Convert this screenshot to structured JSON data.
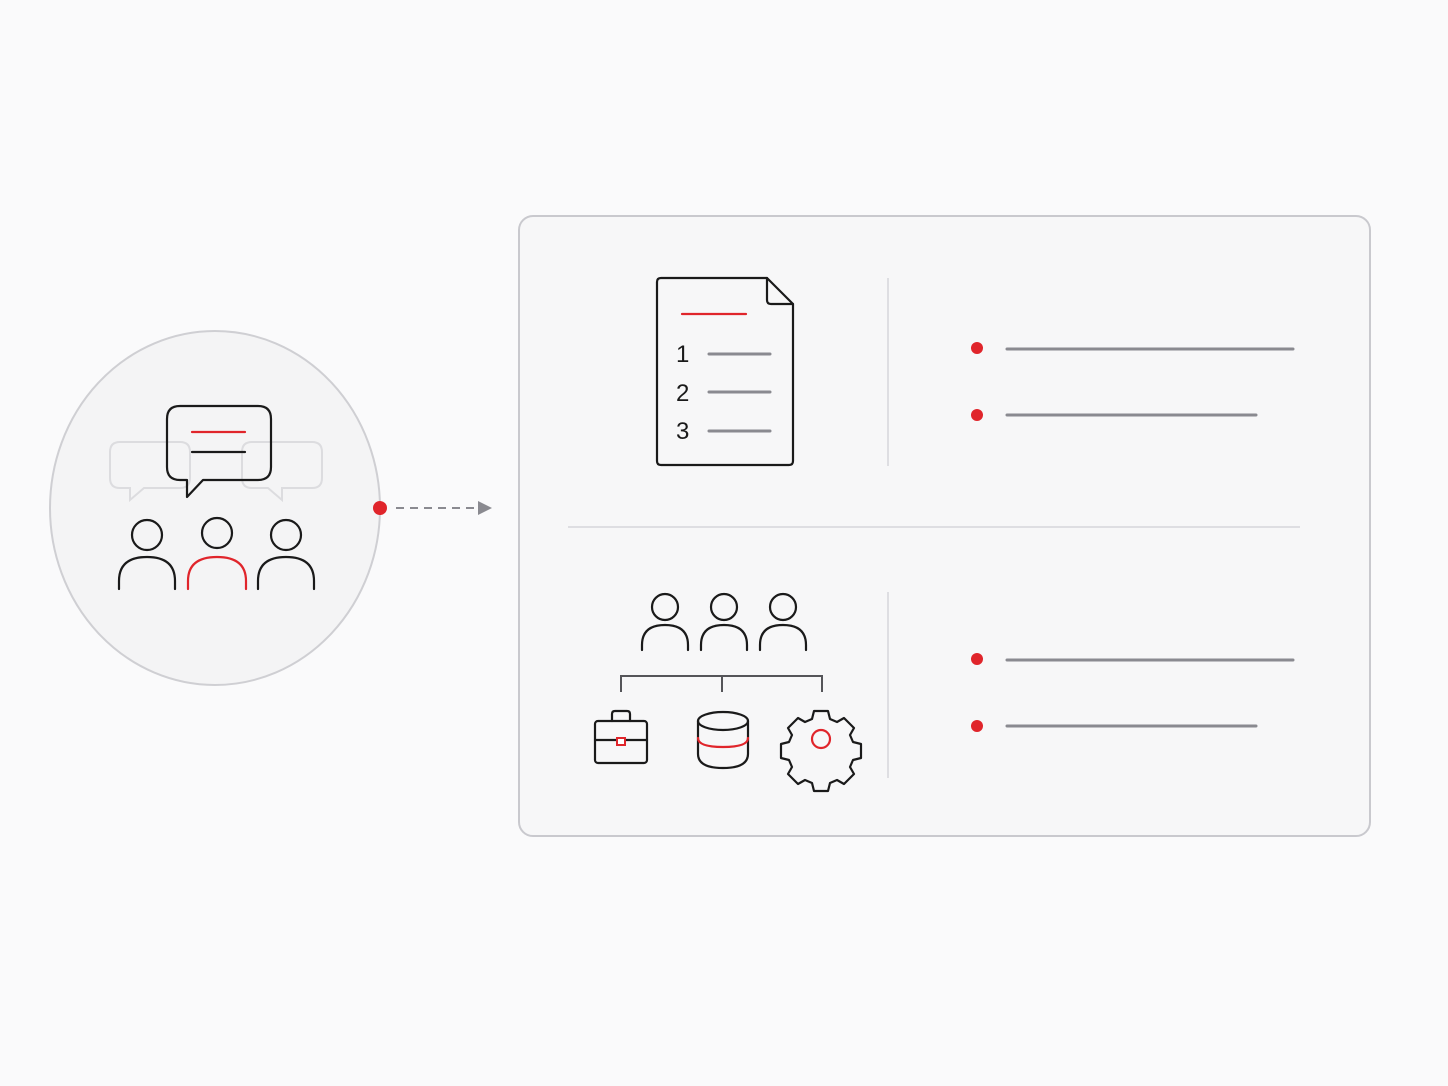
{
  "colors": {
    "background": "#fafafb",
    "panel": "#f7f7f8",
    "border": "#c9c9ce",
    "accent": "#e0252b",
    "ink": "#1a1a1a",
    "line_gray": "#8a8a90"
  },
  "document": {
    "numbers": [
      "1",
      "2",
      "3"
    ]
  },
  "icons": {
    "left_circle": [
      "speech-bubble-icon",
      "group-of-people-icon"
    ],
    "document": "numbered-document-icon",
    "hierarchy": [
      "people-icon",
      "briefcase-icon",
      "database-icon",
      "gear-icon"
    ],
    "connector": "dashed-arrow-icon"
  }
}
